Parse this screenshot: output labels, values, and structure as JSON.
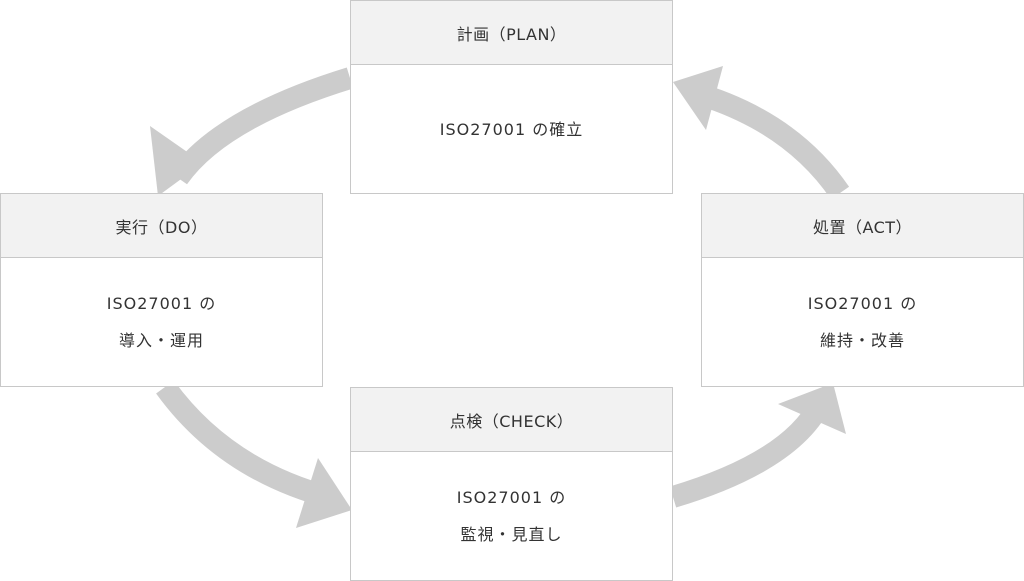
{
  "diagram": {
    "arrow_color": "#cccccc",
    "header_bg": "#f2f2f2",
    "border_color": "#c8c8c8",
    "plan": {
      "title": "計画（PLAN）",
      "lines": [
        "ISO27001 の確立"
      ]
    },
    "do": {
      "title": "実行（DO）",
      "lines": [
        "ISO27001 の",
        "導入・運用"
      ]
    },
    "check": {
      "title": "点検（CHECK）",
      "lines": [
        "ISO27001 の",
        "監視・見直し"
      ]
    },
    "act": {
      "title": "処置（ACT）",
      "lines": [
        "ISO27001 の",
        "維持・改善"
      ]
    }
  }
}
